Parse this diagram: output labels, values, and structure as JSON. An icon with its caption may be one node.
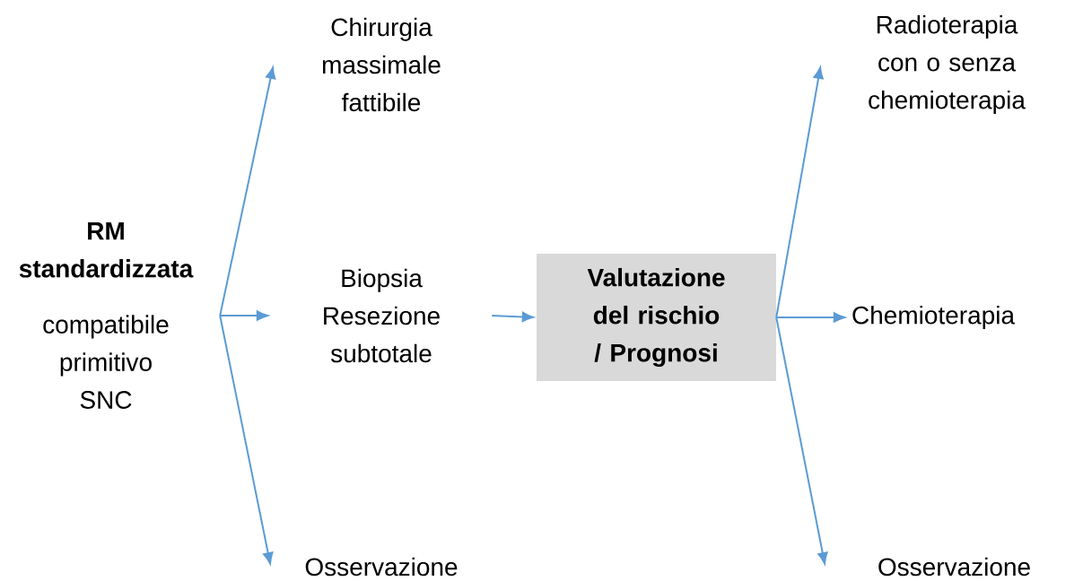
{
  "diagram": {
    "nodes": [
      {
        "text": [
          "RM standardizzata",
          "compatibile primitivo SNC"
        ]
      },
      {
        "text": [
          "Chirurgia massimale fattibile"
        ]
      },
      {
        "text": [
          "Biopsia Resezione subtotale"
        ]
      },
      {
        "text": [
          "Osservazione"
        ]
      },
      {
        "text": [
          "Valutazione del rischio / Prognosi"
        ]
      },
      {
        "text": [
          "Radioterapia con o senza chemioterapia"
        ]
      },
      {
        "text": [
          "Chemioterapia"
        ]
      },
      {
        "text": [
          "Osservazione"
        ]
      }
    ],
    "edges": [
      {
        "from": 0,
        "to": 1,
        "arrow": "to"
      },
      {
        "from": 0,
        "to": 2,
        "arrow": "to"
      },
      {
        "from": 0,
        "to": 3,
        "arrow": "to"
      },
      {
        "from": 2,
        "to": 4,
        "arrow": "to"
      },
      {
        "from": 4,
        "to": 5,
        "arrow": "to"
      },
      {
        "from": 4,
        "to": 6,
        "arrow": "to"
      },
      {
        "from": 4,
        "to": 7,
        "arrow": "to"
      }
    ]
  }
}
